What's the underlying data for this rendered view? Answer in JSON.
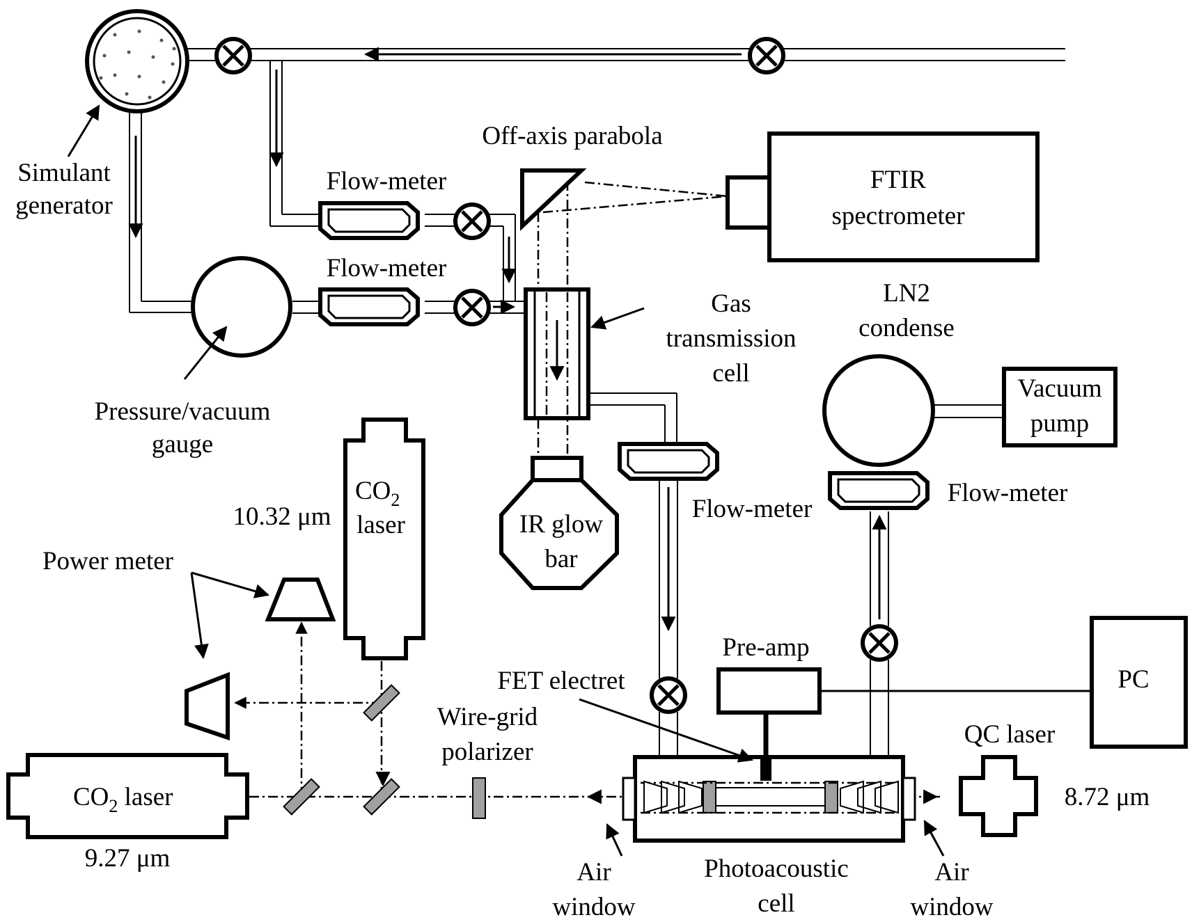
{
  "labels": {
    "simulant_generator": [
      "Simulant",
      "generator"
    ],
    "flow_meter_top": "Flow-meter",
    "flow_meter_mid": "Flow-meter",
    "off_axis_parabola": "Off-axis parabola",
    "ftir": [
      "FTIR",
      "spectrometer"
    ],
    "pressure_gauge": [
      "Pressure/vacuum",
      "gauge"
    ],
    "gas_cell": [
      "Gas",
      "transmission",
      "cell"
    ],
    "ln2": [
      "LN2",
      "condense"
    ],
    "vacuum_pump": [
      "Vacuum",
      "pump"
    ],
    "flow_meter_center": "Flow-meter",
    "flow_meter_right": "Flow-meter",
    "co2_laser_vertical": {
      "line1": "CO",
      "sub": "2",
      "line2": "laser"
    },
    "wavelength_1032": "10.32 μm",
    "power_meter": "Power meter",
    "ir_glow_bar": [
      "IR glow",
      "bar"
    ],
    "pre_amp": "Pre-amp",
    "pc": "PC",
    "fet_electret": "FET electret",
    "wire_grid": [
      "Wire-grid",
      "polarizer"
    ],
    "qc_laser": "QC laser",
    "co2_laser_horizontal": {
      "pre": "CO",
      "sub": "2",
      "post": " laser"
    },
    "wavelength_872": "8.72 μm",
    "wavelength_927": "9.27 μm",
    "air_window_left": [
      "Air",
      "window"
    ],
    "photoacoustic_cell": [
      "Photoacoustic",
      "cell"
    ],
    "air_window_right": [
      "Air",
      "window"
    ]
  },
  "colors": {
    "stroke": "#000000",
    "mirror_fill": "#a0a0a0",
    "dots": "#555555"
  }
}
